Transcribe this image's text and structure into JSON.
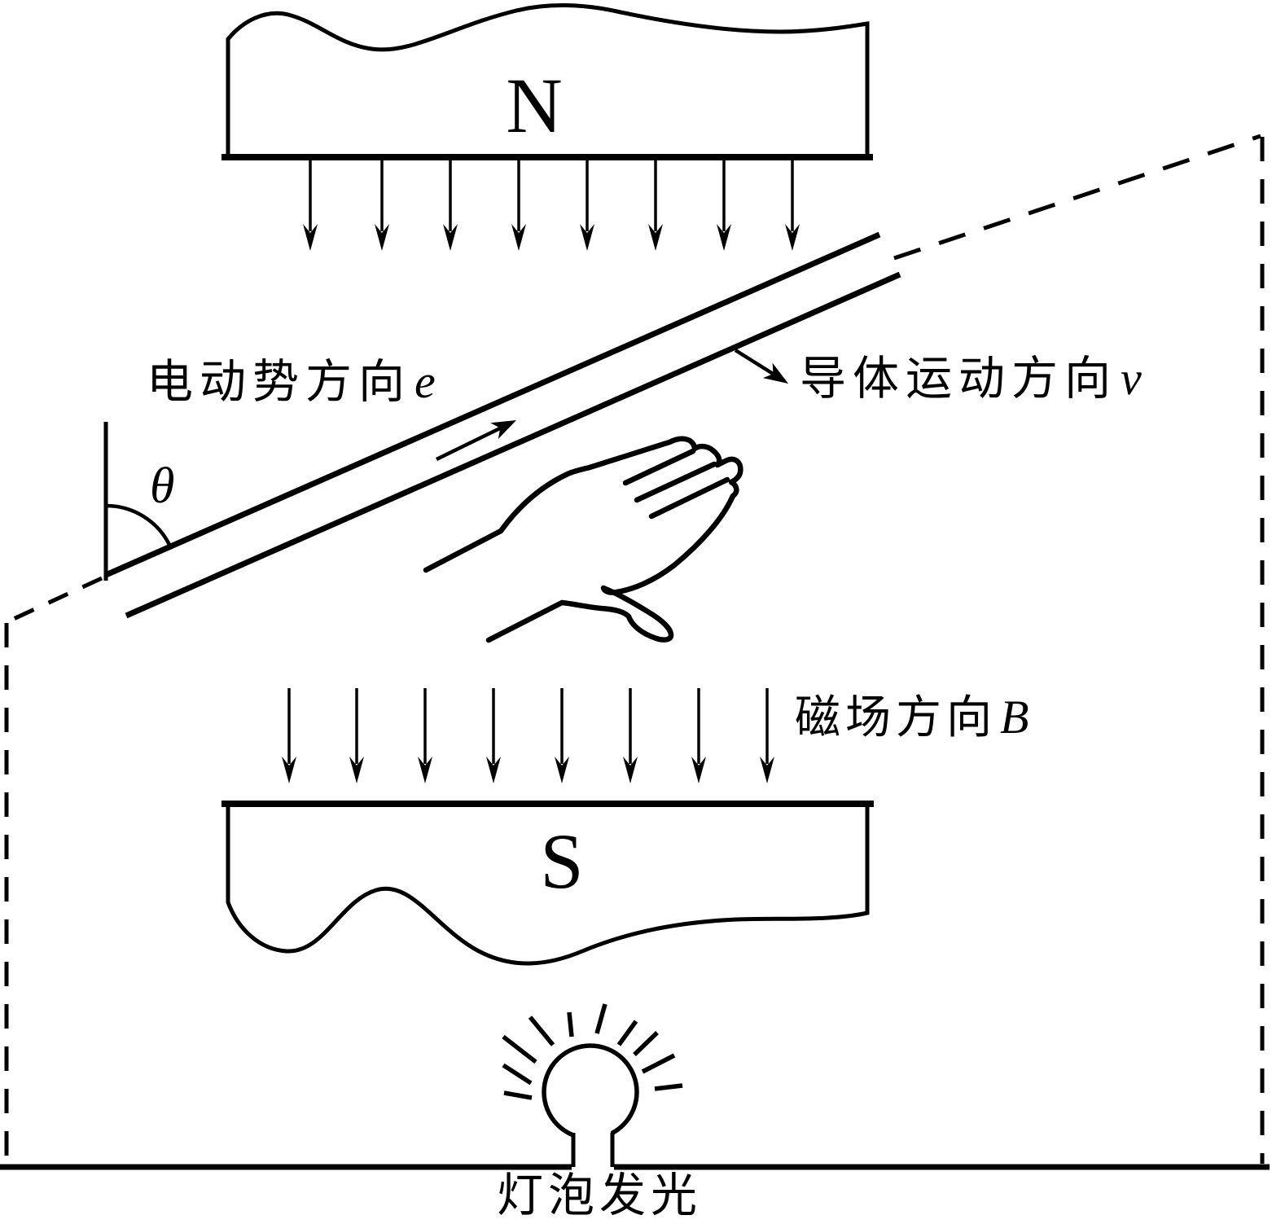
{
  "diagram": {
    "background": "#ffffff",
    "ink": "#000000",
    "north_magnet_label": "N",
    "south_magnet_label": "S",
    "angle_symbol": "θ",
    "emf_label": {
      "text": "电动势方向",
      "symbol": "e"
    },
    "motion_label": {
      "text": "导体运动方向",
      "symbol": "v"
    },
    "field_label": {
      "text": "磁场方向",
      "symbol": "B"
    },
    "bulb_label": "灯泡发光"
  }
}
